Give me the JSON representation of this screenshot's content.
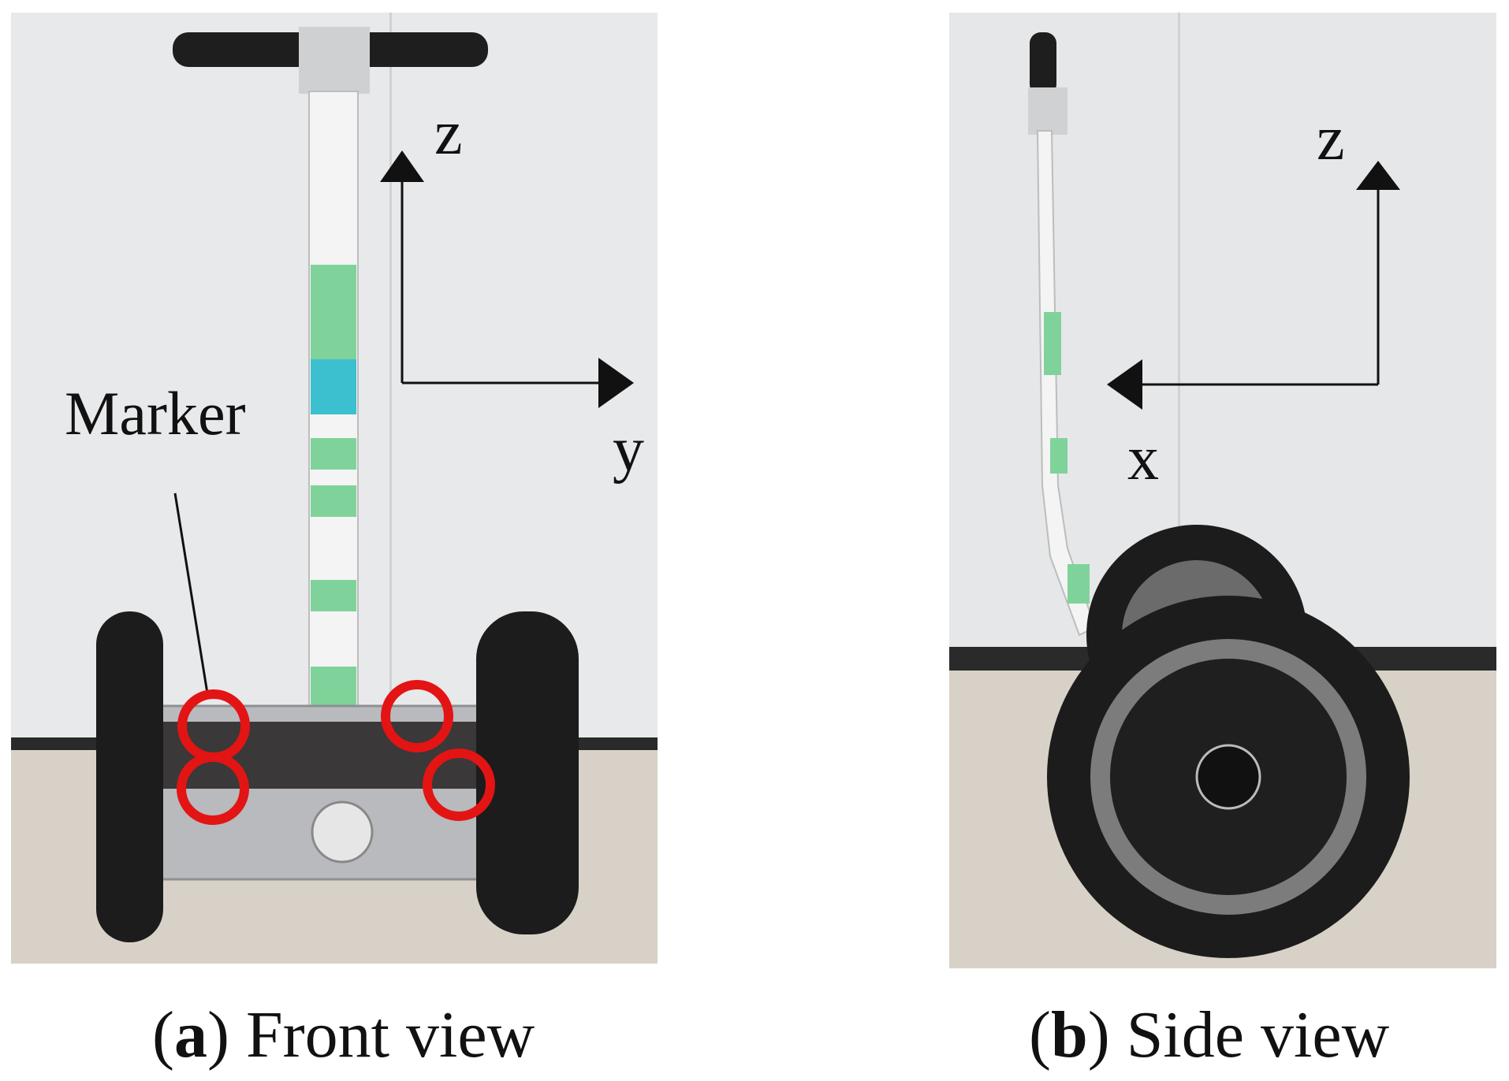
{
  "panels": [
    {
      "id": "a",
      "letter": "a",
      "caption_text": "Front view",
      "axis_labels": {
        "vertical": "z",
        "horizontal": "y"
      },
      "annotation": "Marker",
      "marker_count": 4
    },
    {
      "id": "b",
      "letter": "b",
      "caption_text": "Side view",
      "axis_labels": {
        "vertical": "z",
        "horizontal": "x"
      }
    }
  ],
  "colors": {
    "wall": "#e7e8e9",
    "floor": "#d9d2c8",
    "tire": "#1c1c1c",
    "marker_ring": "#e31414",
    "tape_green": "#7fd39a",
    "tape_cyan": "#3cc0d0"
  }
}
